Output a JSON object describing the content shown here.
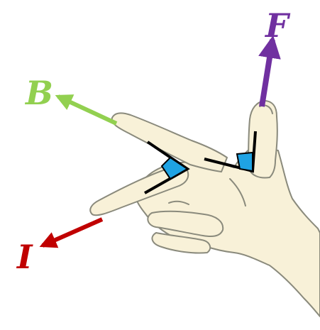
{
  "diagram": {
    "labels": {
      "force": "F",
      "field": "B",
      "current": "I"
    },
    "colors": {
      "force": "#7030a0",
      "field": "#92d050",
      "current": "#c00000",
      "skin": "#f8f1d8",
      "outline": "#8a8a7c",
      "right_angle_fill": "#1fa3e3",
      "axis_line": "#000000"
    }
  }
}
